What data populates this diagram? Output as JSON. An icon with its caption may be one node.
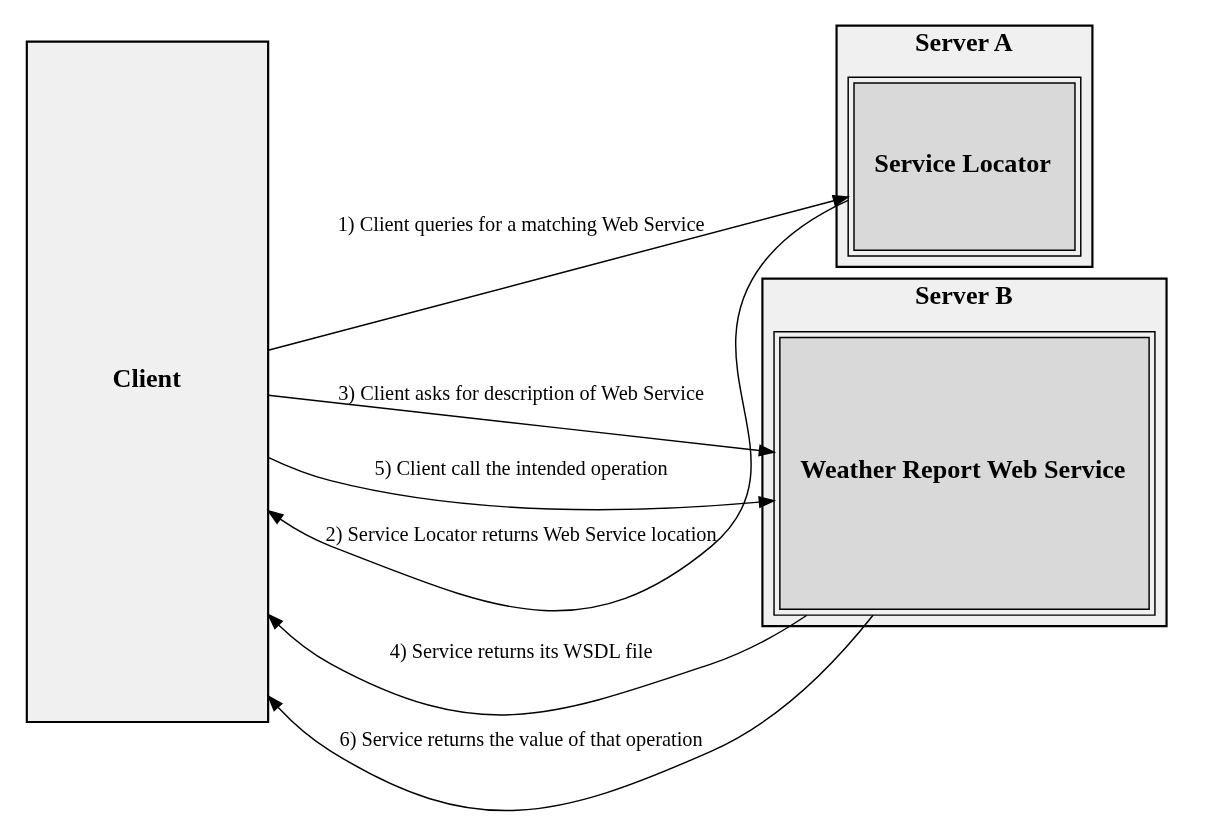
{
  "diagram": {
    "nodes": [
      {
        "text": [
          "Client"
        ]
      },
      {
        "text": [
          "Server A"
        ]
      },
      {
        "text": [
          "Service Locator"
        ],
        "in": 1
      },
      {
        "text": [
          "Server B"
        ]
      },
      {
        "text": [
          "Weather Report Web Service"
        ],
        "in": 3
      }
    ],
    "edges": [
      {
        "from": 0,
        "to": 2,
        "arrow": "to",
        "label": "1) Client queries for a matching Web Service"
      },
      {
        "from": 2,
        "to": 0,
        "arrow": "to",
        "label": "2) Service Locator returns Web Service location"
      },
      {
        "from": 0,
        "to": 4,
        "arrow": "to",
        "label": "3) Client asks for description of Web Service"
      },
      {
        "from": 4,
        "to": 0,
        "arrow": "to",
        "label": "4) Service returns its WSDL file"
      },
      {
        "from": 0,
        "to": 4,
        "arrow": "to",
        "label": "5) Client call the intended operation"
      },
      {
        "from": 4,
        "to": 0,
        "arrow": "to",
        "label": "6) Service returns the value of that operation"
      }
    ]
  }
}
